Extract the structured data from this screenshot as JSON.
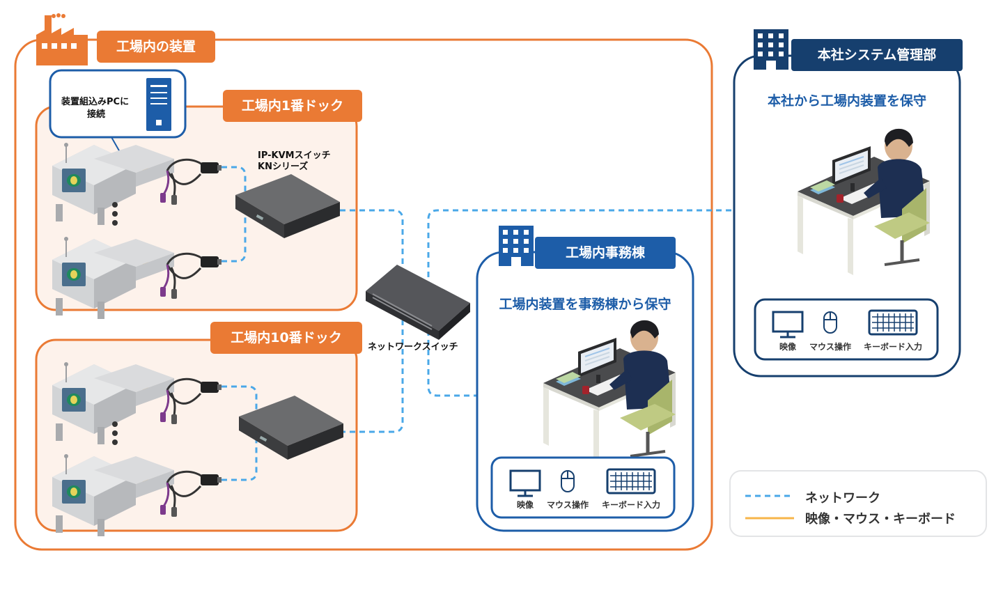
{
  "factory": {
    "title": "工場内の装置"
  },
  "pc_callout": {
    "line1": "装置組込みPCに",
    "line2": "接続"
  },
  "dock1": {
    "title": "工場内1番ドック"
  },
  "dock10": {
    "title": "工場内10番ドック"
  },
  "kvm": {
    "line1": "IP-KVMスイッチ",
    "line2": "KNシリーズ"
  },
  "network_switch": {
    "label": "ネットワークスイッチ"
  },
  "office": {
    "title": "工場内事務棟",
    "caption": "工場内装置を事務棟から保守",
    "io": [
      "映像",
      "マウス操作",
      "キーボード入力"
    ]
  },
  "hq": {
    "title": "本社システム管理部",
    "caption": "本社から工場内装置を保守",
    "io": [
      "映像",
      "マウス操作",
      "キーボード入力"
    ]
  },
  "legend": {
    "network": "ネットワーク",
    "av": "映像・マウス・キーボード"
  },
  "colors": {
    "orange": "#ea7a34",
    "blue": "#1d5da8",
    "navy": "#163f6e",
    "dash": "#4aa8e8",
    "av_line": "#f7b54a"
  }
}
